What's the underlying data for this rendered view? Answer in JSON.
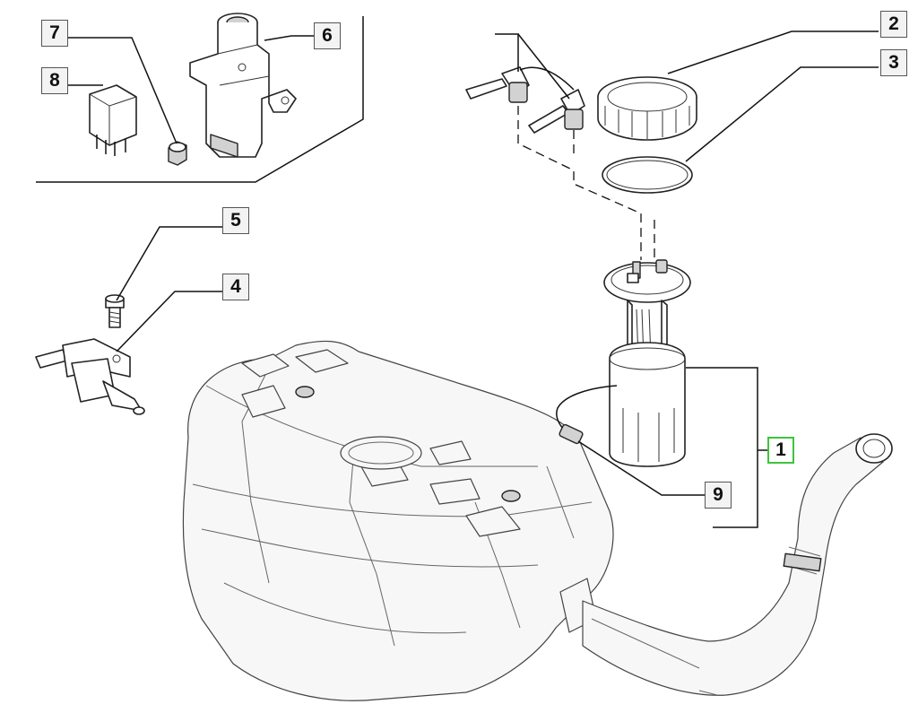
{
  "callouts": [
    {
      "label": "1",
      "active": true
    },
    {
      "label": "2",
      "active": false
    },
    {
      "label": "3",
      "active": false
    },
    {
      "label": "4",
      "active": false
    },
    {
      "label": "5",
      "active": false
    },
    {
      "label": "6",
      "active": false
    },
    {
      "label": "7",
      "active": false
    },
    {
      "label": "8",
      "active": false
    },
    {
      "label": "9",
      "active": false
    }
  ],
  "colors": {
    "highlight": "#3ec43e",
    "callout_fill": "#f3f3f3",
    "line": "#111111",
    "part_shade": "#d2d2d2"
  }
}
